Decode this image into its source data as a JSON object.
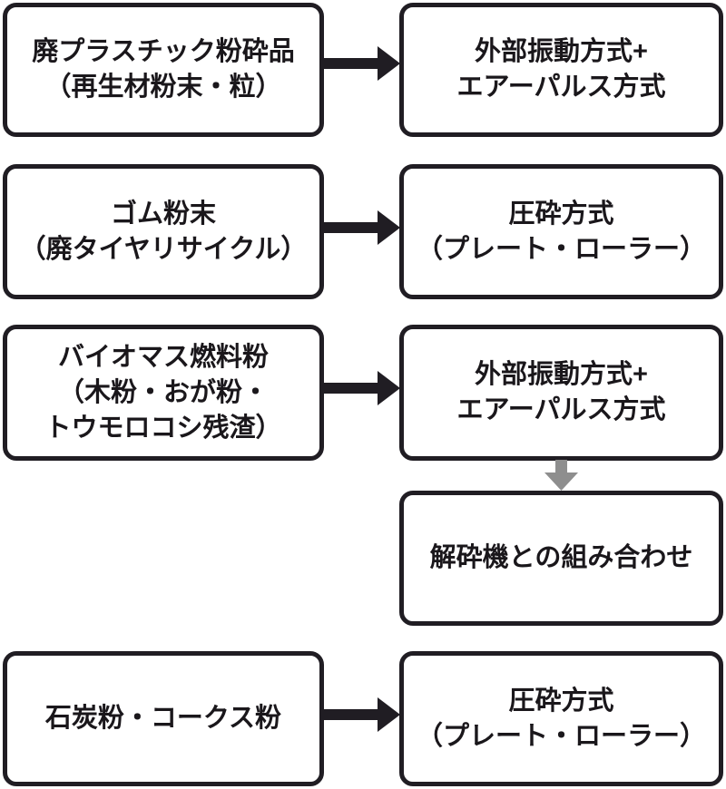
{
  "diagram": {
    "title": "material-to-discharge-method flow diagram",
    "colors": {
      "background": "#ffffff",
      "box_border": "#201d23",
      "text": "#1a171b",
      "black_arrow": "#201d23",
      "gray_arrow": "#8e8e8e"
    },
    "rows": [
      {
        "source": {
          "lines": [
            "廃プラスチック粉砕品",
            "（再生材粉末・粒）"
          ]
        },
        "method": {
          "lines": [
            "外部振動方式+",
            "エアーパルス方式"
          ]
        }
      },
      {
        "source": {
          "lines": [
            "ゴム粉末",
            "（廃タイヤリサイクル）"
          ]
        },
        "method": {
          "lines": [
            "圧砕方式",
            "（プレート・ローラー）"
          ]
        }
      },
      {
        "source": {
          "lines": [
            "バイオマス燃料粉",
            "（木粉・おが粉・",
            "トウモロコシ残渣）"
          ]
        },
        "method": {
          "lines": [
            "外部振動方式+",
            "エアーパルス方式"
          ]
        },
        "followup": {
          "lines": [
            "解砕機との組み合わせ"
          ]
        }
      },
      {
        "source": {
          "lines": [
            "石炭粉・コークス粉"
          ]
        },
        "method": {
          "lines": [
            "圧砕方式",
            "（プレート・ローラー）"
          ]
        }
      }
    ]
  }
}
